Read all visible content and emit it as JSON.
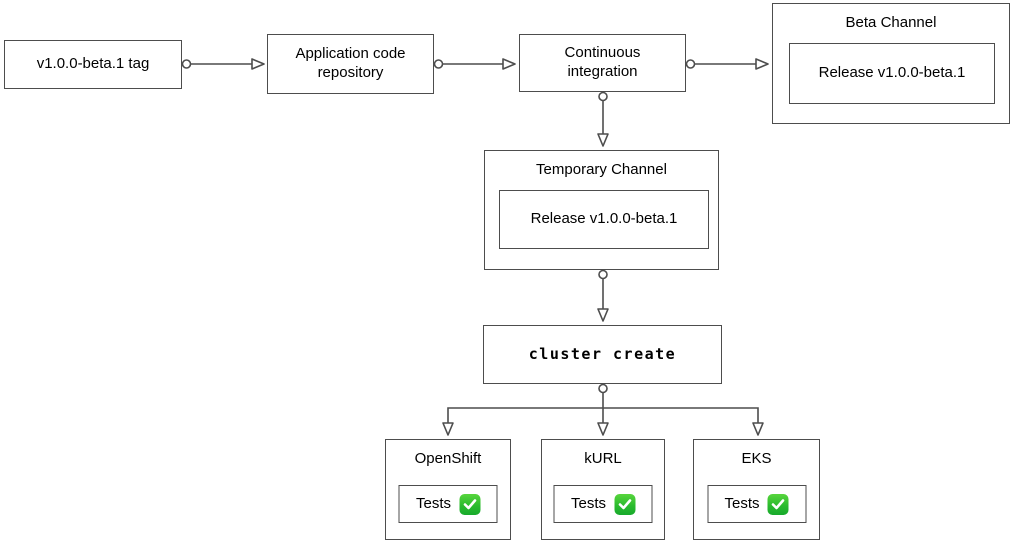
{
  "diagram": {
    "description": "Beta release pipeline flowchart",
    "colors": {
      "stroke": "#4d4d4d",
      "text": "#000000",
      "background": "#ffffff",
      "check_green": "#2bbb2e"
    },
    "nodes": {
      "tag": {
        "label": "v1.0.0-beta.1 tag"
      },
      "app_repo": {
        "label": "Application code repository"
      },
      "ci": {
        "label": "Continuous integration"
      },
      "beta_channel": {
        "title": "Beta Channel",
        "release": "Release v1.0.0-beta.1"
      },
      "temp_channel": {
        "title": "Temporary Channel",
        "release": "Release v1.0.0-beta.1"
      },
      "cluster_create": {
        "label": "cluster create"
      },
      "platforms": [
        {
          "title": "OpenShift",
          "tests_label": "Tests",
          "status_icon": "check-icon",
          "status": "passed"
        },
        {
          "title": "kURL",
          "tests_label": "Tests",
          "status_icon": "check-icon",
          "status": "passed"
        },
        {
          "title": "EKS",
          "tests_label": "Tests",
          "status_icon": "check-icon",
          "status": "passed"
        }
      ]
    },
    "edges": [
      {
        "from": "tag",
        "to": "app_repo"
      },
      {
        "from": "app_repo",
        "to": "ci"
      },
      {
        "from": "ci",
        "to": "beta_channel"
      },
      {
        "from": "ci",
        "to": "temp_channel"
      },
      {
        "from": "temp_channel",
        "to": "cluster_create"
      },
      {
        "from": "cluster_create",
        "to": "openshift"
      },
      {
        "from": "cluster_create",
        "to": "kurl"
      },
      {
        "from": "cluster_create",
        "to": "eks"
      }
    ]
  }
}
